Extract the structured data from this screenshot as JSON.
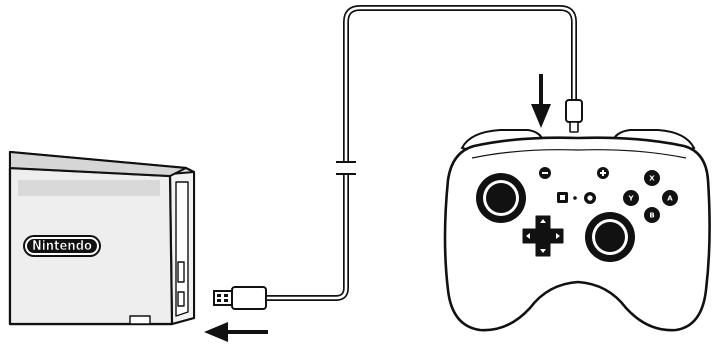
{
  "dock": {
    "logo_text": "Nintendo"
  },
  "controller": {
    "face_buttons": [
      {
        "id": "x",
        "label": "X"
      },
      {
        "id": "y",
        "label": "Y"
      },
      {
        "id": "a",
        "label": "A"
      },
      {
        "id": "b",
        "label": "B"
      }
    ]
  },
  "icons": [
    "down-arrow-icon",
    "left-arrow-icon",
    "usb-icon",
    "minus-icon",
    "plus-icon",
    "capture-icon",
    "home-icon"
  ],
  "colors": {
    "ink": "#111111",
    "paper": "#ffffff",
    "dock_fill": "#e7e7e7"
  }
}
